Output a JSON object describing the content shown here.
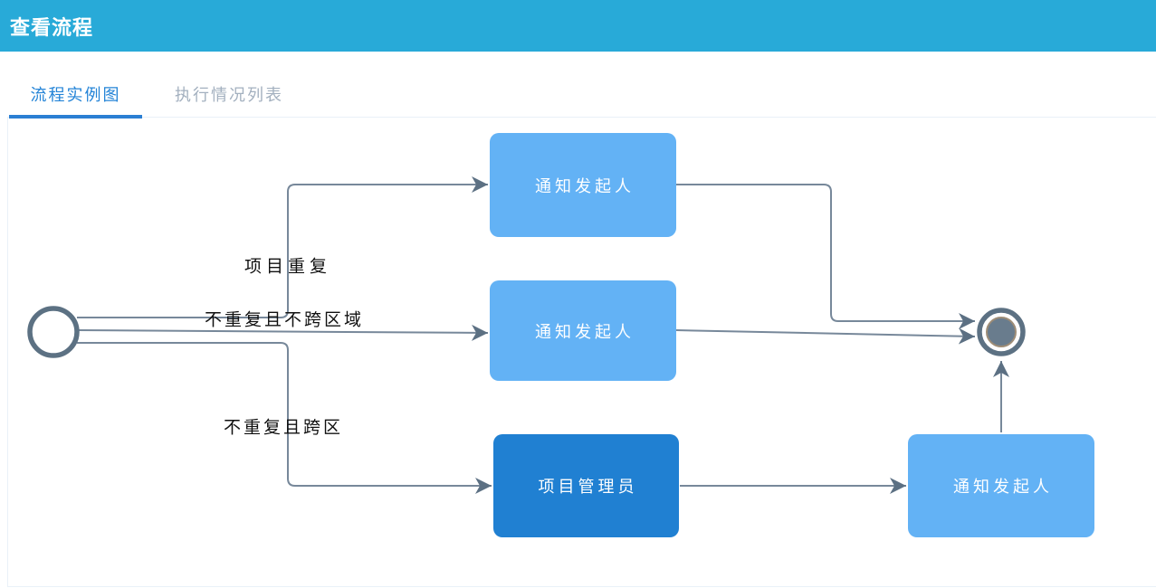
{
  "header": {
    "title": "查看流程"
  },
  "tabs": [
    {
      "label": "流程实例图",
      "active": true
    },
    {
      "label": "执行情况列表",
      "active": false
    }
  ],
  "diagram": {
    "type": "bpmn-process-instance",
    "nodes": [
      {
        "id": "task-notify-top",
        "label": "通知发起人",
        "style": "light-blue"
      },
      {
        "id": "task-notify-middle",
        "label": "通知发起人",
        "style": "light-blue"
      },
      {
        "id": "task-admin",
        "label": "项目管理员",
        "style": "dark-blue"
      },
      {
        "id": "task-notify-bottom",
        "label": "通知发起人",
        "style": "light-blue"
      }
    ],
    "edge_labels": [
      {
        "text": "项目重复"
      },
      {
        "text": "不重复且不跨区域"
      },
      {
        "text": "不重复且跨区"
      }
    ],
    "events": {
      "start": "start-event",
      "end": "end-event"
    }
  },
  "colors": {
    "header_bg": "#28AAD8",
    "tab_active": "#2484D7",
    "tab_underline": "#2B7FD3",
    "tab_inactive": "#A3B0BF",
    "node_light": "#63B2F5",
    "node_dark": "#2080D2",
    "connector": "#77889A",
    "arrow": "#5C7083",
    "event_stroke": "#5C7183",
    "end_fill": "#697C8D",
    "end_inner_ring": "#9E8D77",
    "panel_border": "#E9F1F8",
    "label_text": "#111111"
  }
}
